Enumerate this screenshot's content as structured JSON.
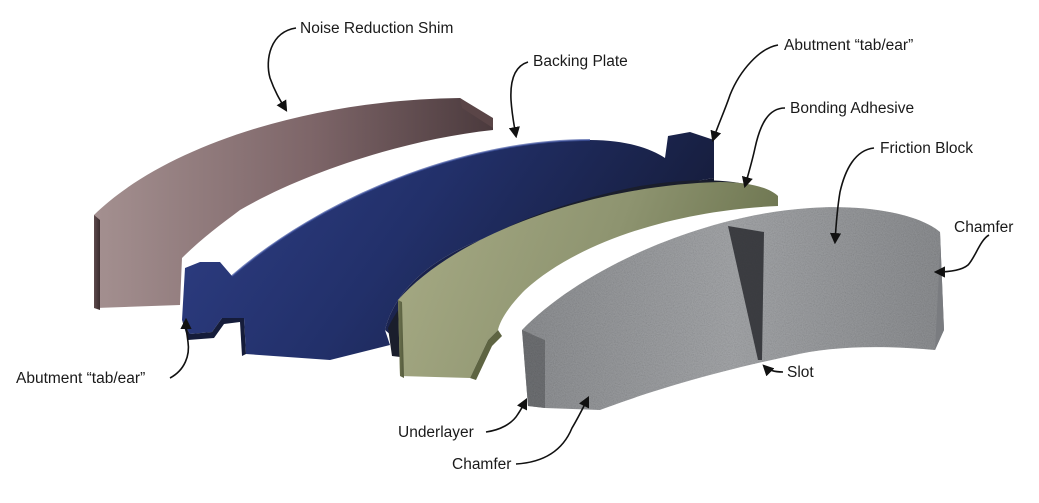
{
  "diagram": {
    "title": "",
    "labels": {
      "noise_shim": "Noise Reduction Shim",
      "backing_plate": "Backing Plate",
      "abutment_top": "Abutment “tab/ear”",
      "bonding_adhesive": "Bonding Adhesive",
      "friction_block": "Friction Block",
      "chamfer_right": "Chamfer",
      "abutment_left": "Abutment “tab/ear”",
      "slot": "Slot",
      "underlayer": "Underlayer",
      "chamfer_bottom": "Chamfer"
    },
    "colors": {
      "shim": "#7a6466",
      "backing_plate": "#233066",
      "adhesive": "#8f9670",
      "friction": "#9a9c9e",
      "leader": "#111111"
    }
  }
}
